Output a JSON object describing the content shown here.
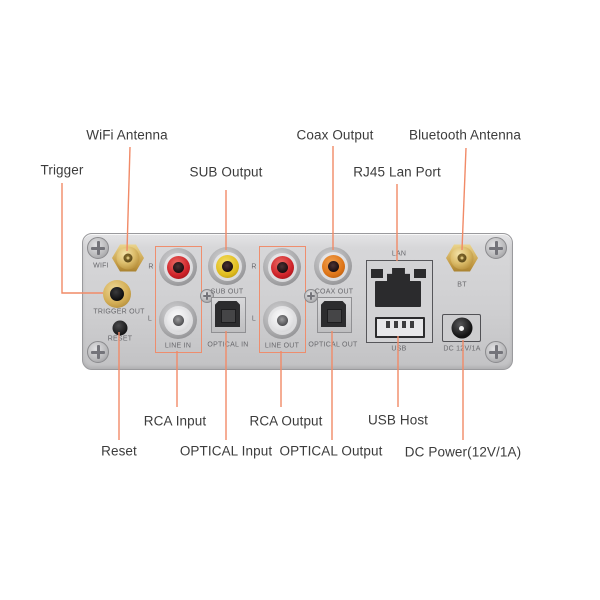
{
  "diagram_title": "audio streamer rear panel connection diagram",
  "callouts": {
    "wifi_antenna": "WiFi Antenna",
    "trigger": "Trigger",
    "sub_output": "SUB Output",
    "coax_output": "Coax Output",
    "rj45_lan_port": "RJ45 Lan Port",
    "bluetooth_antenna": "Bluetooth Antenna",
    "reset": "Reset",
    "rca_input": "RCA Input",
    "optical_input": "OPTICAL Input",
    "rca_output": "RCA Output",
    "optical_output": "OPTICAL Output",
    "usb_host": "USB Host",
    "dc_power": "DC Power(12V/1A)"
  },
  "panel": {
    "wifi": "WIFI",
    "trigger_out": "TRIGGER OUT",
    "reset": "RESET",
    "channel_r": "R",
    "channel_l": "L",
    "line_in": "LINE IN",
    "sub_out": "SUB OUT",
    "optical_in": "OPTICAL IN",
    "line_out": "LINE OUT",
    "coax_out": "COAX OUT",
    "optical_out": "OPTICAL OUT",
    "lan": "LAN",
    "usb": "USB",
    "bt": "BT",
    "dc": "DC 12V/1A"
  },
  "colors": {
    "accent_leader": "#F18A67",
    "panel_gray": "#D0D0D2",
    "label_text": "#3C3C3C",
    "port_text": "#68686C",
    "rca_red": "#CD2128",
    "rca_yellow": "#E0BC1E",
    "rca_orange": "#DD7417",
    "rca_white": "#EFEFF1",
    "gold_connector": "#D3AD55",
    "dark_port": "#2B2B2D"
  }
}
